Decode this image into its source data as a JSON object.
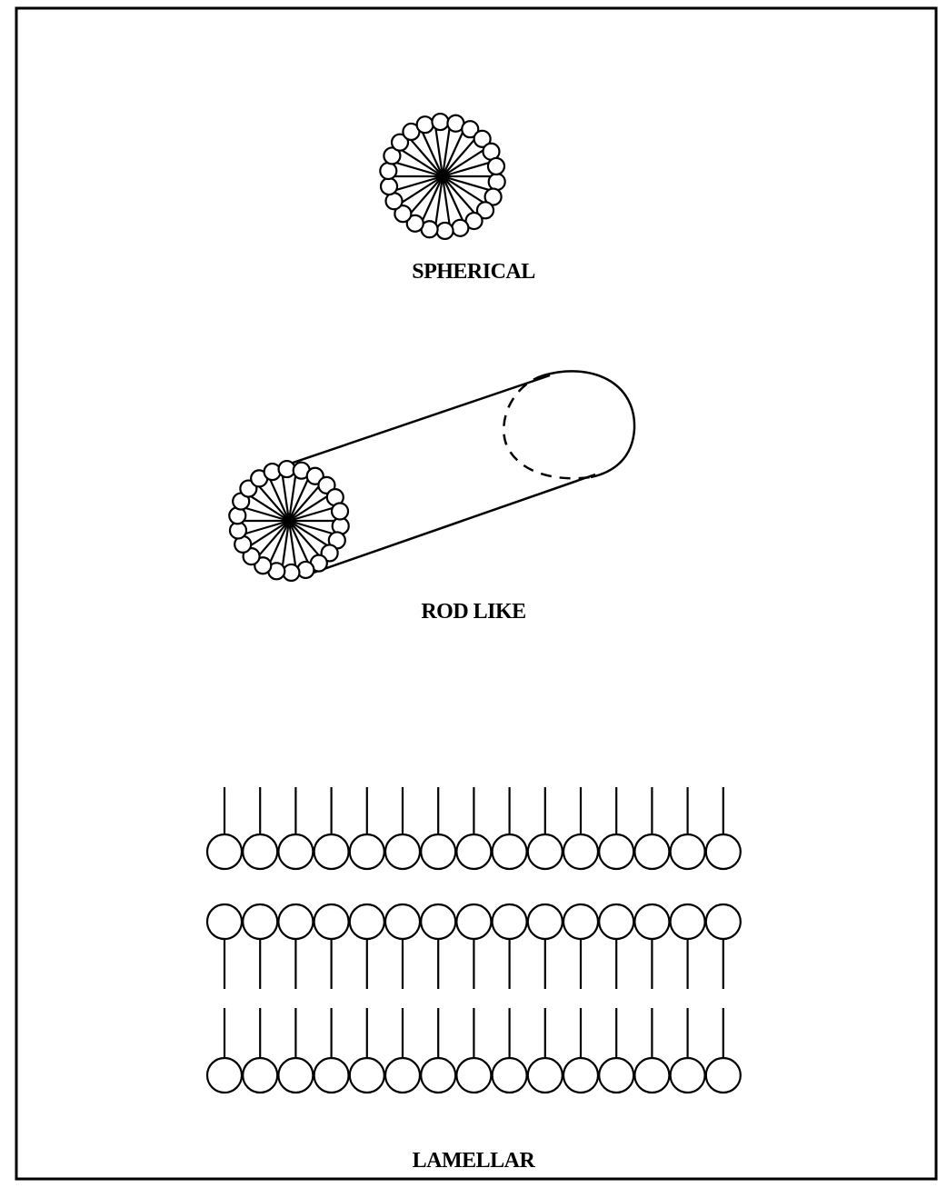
{
  "labels": {
    "spherical": "SPHERICAL",
    "rodlike": "ROD LIKE",
    "lamellar": "LAMELLAR"
  },
  "colors": {
    "stroke": "#000000",
    "fill": "#ffffff"
  }
}
